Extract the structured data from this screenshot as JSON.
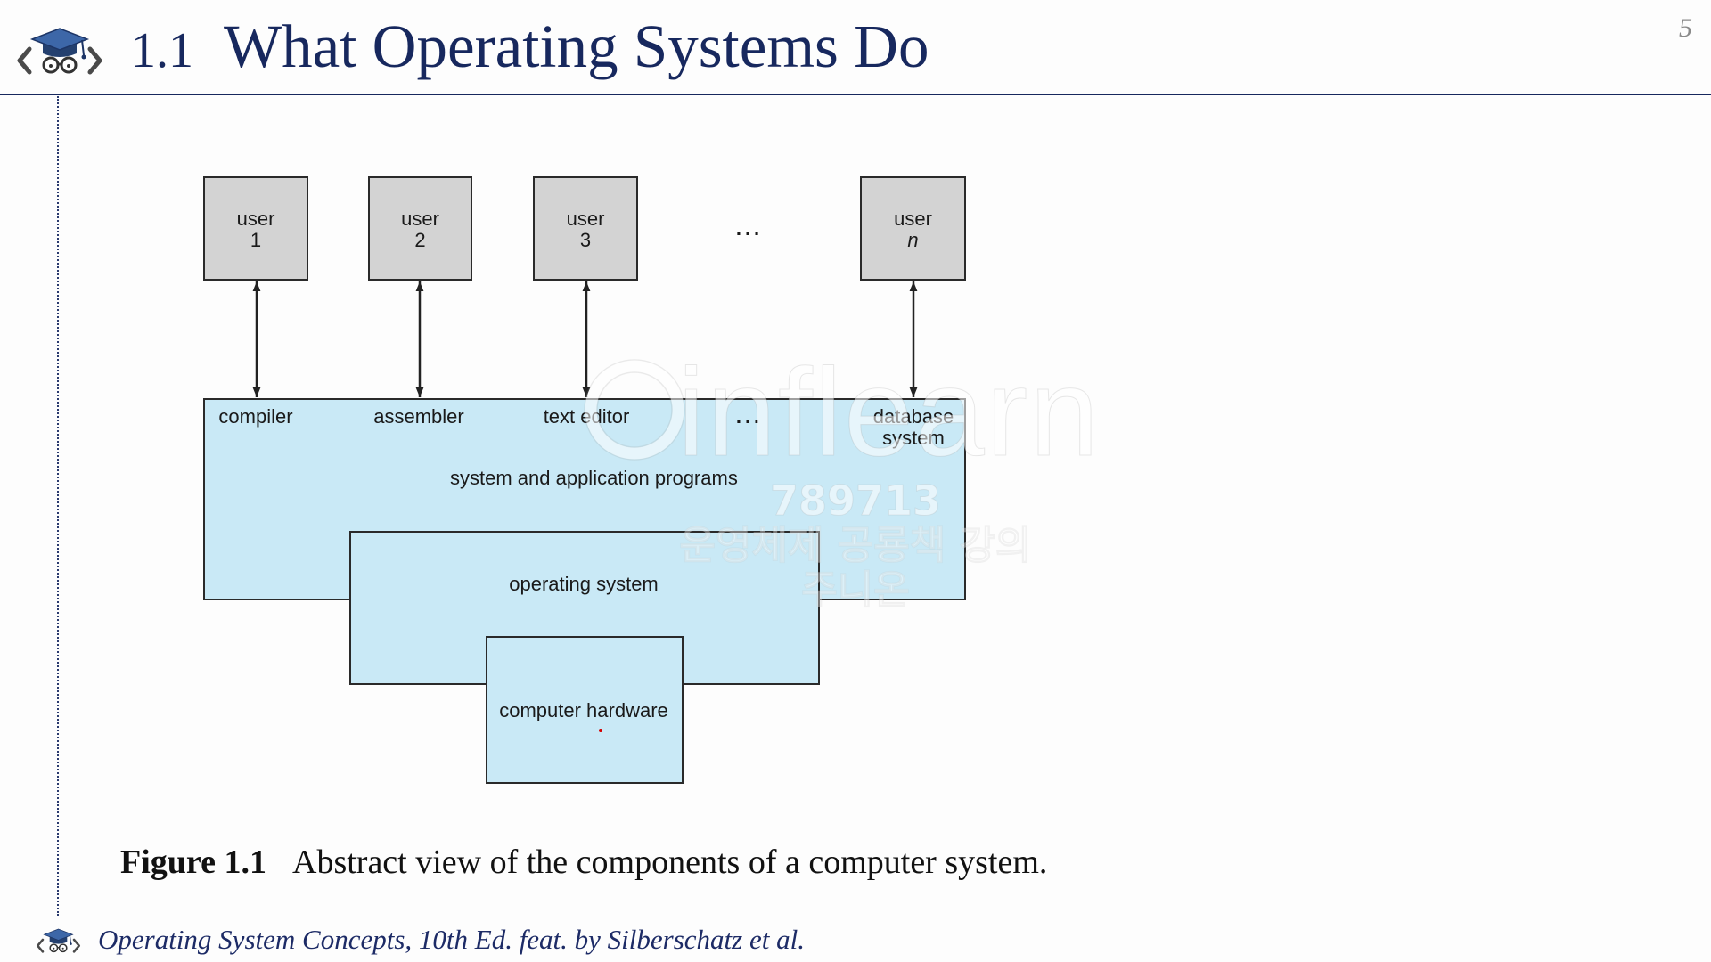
{
  "slide": {
    "section_number": "1.1",
    "title": "What Operating Systems Do",
    "page_number": "5"
  },
  "icons": {
    "header_logo": "graduation-cap-glasses-code-icon",
    "footer_logo": "graduation-cap-glasses-code-icon"
  },
  "diagram": {
    "users": [
      {
        "label": "user",
        "number": "1"
      },
      {
        "label": "user",
        "number": "2"
      },
      {
        "label": "user",
        "number": "3"
      },
      {
        "label": "user",
        "number": "n"
      }
    ],
    "users_ellipsis": "...",
    "programs": [
      {
        "line1": "compiler"
      },
      {
        "line1": "assembler"
      },
      {
        "line1": "text editor"
      },
      {
        "line1": "..."
      },
      {
        "line1": "database",
        "line2": "system"
      }
    ],
    "layers": {
      "programs": "system and application programs",
      "os": "operating system",
      "hardware": "computer hardware"
    },
    "colors": {
      "user_box": "#d3d3d3",
      "layer_fill": "#c9e9f6",
      "outline": "#2a2a2a"
    }
  },
  "caption": {
    "label": "Figure 1.1",
    "text": "Abstract view of the components of a computer system."
  },
  "footer": {
    "text": "Operating System Concepts, 10th Ed. feat. by Silberschatz et al."
  },
  "watermark": {
    "brand": "inflearn",
    "code": "789713",
    "line1": "운영체제 공룡책 강의",
    "line2": "주니온"
  },
  "theme": {
    "title_color": "#17285e"
  }
}
